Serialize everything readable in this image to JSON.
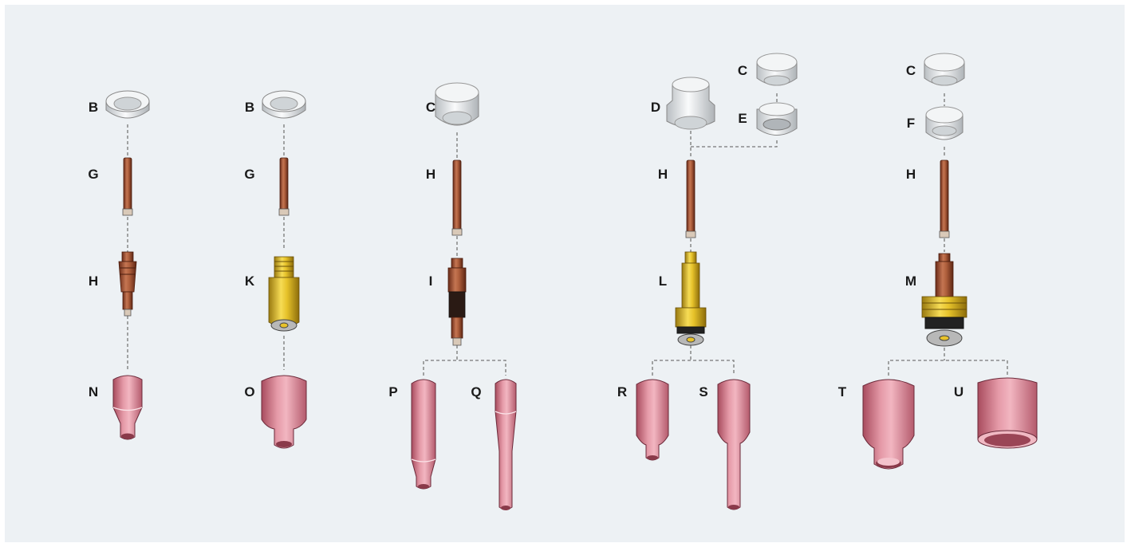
{
  "labels": {
    "b1": "B",
    "g1": "G",
    "h1": "H",
    "n1": "N",
    "b2": "B",
    "g2": "G",
    "k": "K",
    "o": "O",
    "c3": "C",
    "h3": "H",
    "i": "I",
    "p": "P",
    "q": "Q",
    "d": "D",
    "c4": "C",
    "e": "E",
    "h4": "H",
    "l": "L",
    "r": "R",
    "s": "S",
    "c5": "C",
    "f": "F",
    "h5": "H",
    "m": "M",
    "t": "T",
    "u": "U"
  },
  "colors": {
    "background": "#edf1f4",
    "ceramic_pink": "#d9808f",
    "copper": "#9a4a2c",
    "brass": "#e8c22a",
    "glass": "#e9ecee",
    "connector_line": "#777777"
  }
}
